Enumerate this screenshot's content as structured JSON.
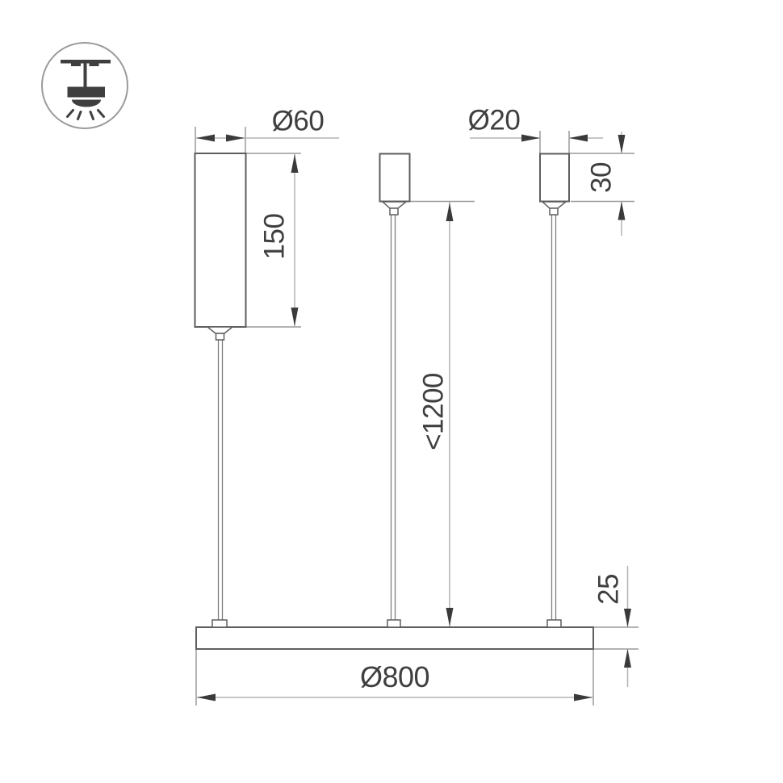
{
  "drawing": {
    "type": "pendant-lamp-dimension-drawing",
    "icon": {
      "name": "pendant-ceiling-lamp-icon"
    },
    "dimensions": {
      "canopy_diameter": "Ø60",
      "canopy_height": "150",
      "grip_diameter": "Ø20",
      "grip_height": "30",
      "suspension_length": "<1200",
      "ring_height": "25",
      "ring_diameter": "Ø800"
    },
    "colors": {
      "background": "#ffffff",
      "object_line": "#5e5e5e",
      "extension_line": "#9a9a9a",
      "dimension_line": "#b3b3b3",
      "arrowhead": "#3a3a3a",
      "text": "#3f3f3f",
      "icon_fill": "#3f3f3f",
      "icon_circle": "#9b9b9b"
    }
  }
}
